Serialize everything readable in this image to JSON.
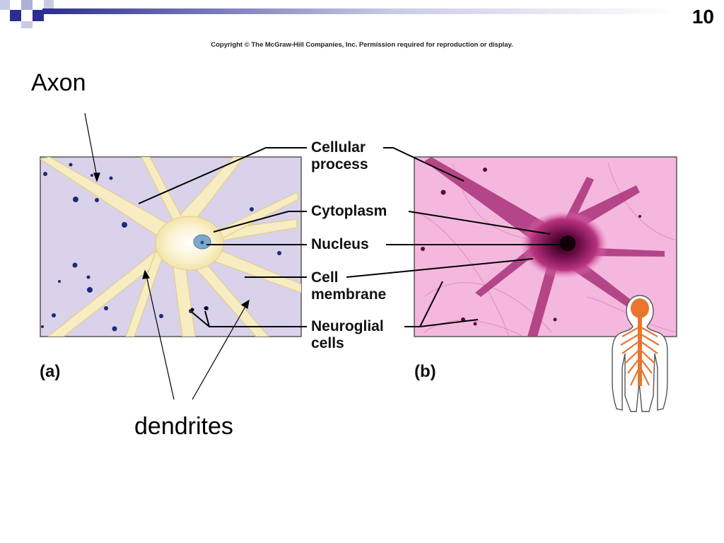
{
  "slide": {
    "number": "10",
    "copyright": "Copyright © The McGraw-Hill Companies, Inc. Permission required for reproduction or display."
  },
  "annotations": {
    "axon": "Axon",
    "dendrites": "dendrites"
  },
  "labels": {
    "cellular_process_1": "Cellular",
    "cellular_process_2": "process",
    "cytoplasm": "Cytoplasm",
    "nucleus": "Nucleus",
    "cell_membrane_1": "Cell",
    "cell_membrane_2": "membrane",
    "neuroglial_1": "Neuroglial",
    "neuroglial_2": "cells"
  },
  "panels": {
    "a": "(a)",
    "b": "(b)"
  },
  "colors": {
    "panel_a_bg": "#d9d2ea",
    "neuron_fill": "#f7ecc2",
    "neuron_core": "#fffbea",
    "nucleus": "#7fa8c8",
    "glia_dots": "#1f2a7a",
    "panel_b_bg": "#f4b8df",
    "stain_dark": "#5a0a3a",
    "spine_orange": "#e9752f"
  }
}
